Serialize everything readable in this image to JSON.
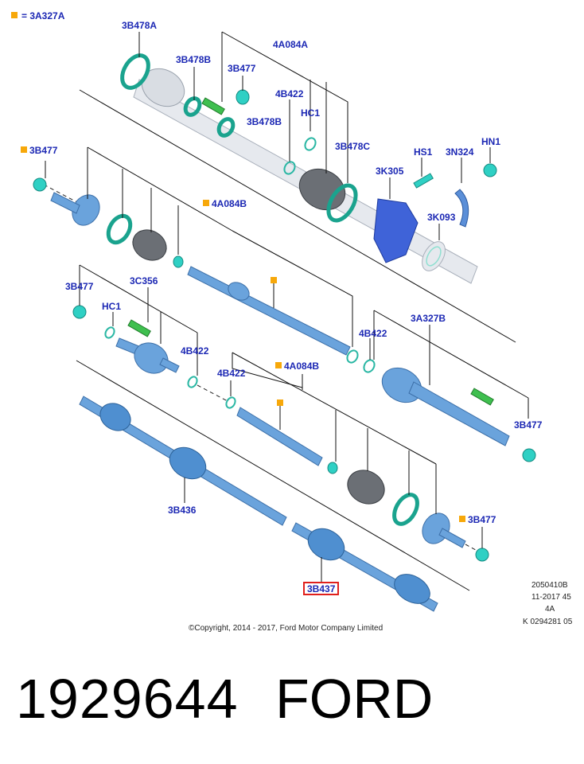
{
  "legend": {
    "marker_color": "#f7a80a",
    "text": "= 3A327A"
  },
  "labels": {
    "3B478A": "3B478A",
    "3B478B_top": "3B478B",
    "3B477_top": "3B477",
    "4A084A": "4A084A",
    "4B422_top": "4B422",
    "HC1_top": "HC1",
    "3B478B_mid": "3B478B",
    "3B478C": "3B478C",
    "HS1": "HS1",
    "3N324": "3N324",
    "HN1": "HN1",
    "3K305": "3K305",
    "3K093": "3K093",
    "3B477_left": "3B477",
    "4A084B": "4A084B",
    "3B477_row2": "3B477",
    "3C356": "3C356",
    "HC1_row2": "HC1",
    "4B422_row2a": "4B422",
    "4B422_row2b": "4B422",
    "3A327B": "3A327B",
    "4B422_row3": "4B422",
    "4A084B_row3": "4A084B",
    "3B477_right": "3B477",
    "3B436": "3B436",
    "3B477_bottom": "3B477",
    "3B437": "3B437"
  },
  "ref_codes": [
    "2050410B",
    "11-2017 45",
    "4A",
    "K 0294281 05"
  ],
  "copyright": "©Copyright, 2014 - 2017, Ford Motor Company Limited",
  "part_number": "1929644",
  "brand": "FORD",
  "colors": {
    "label_blue": "#1c28b4",
    "highlight_box": "#e0201c",
    "orange_marker": "#f7a80a",
    "part_blue": "#6aa3dc",
    "teal": "#1aa38e"
  }
}
